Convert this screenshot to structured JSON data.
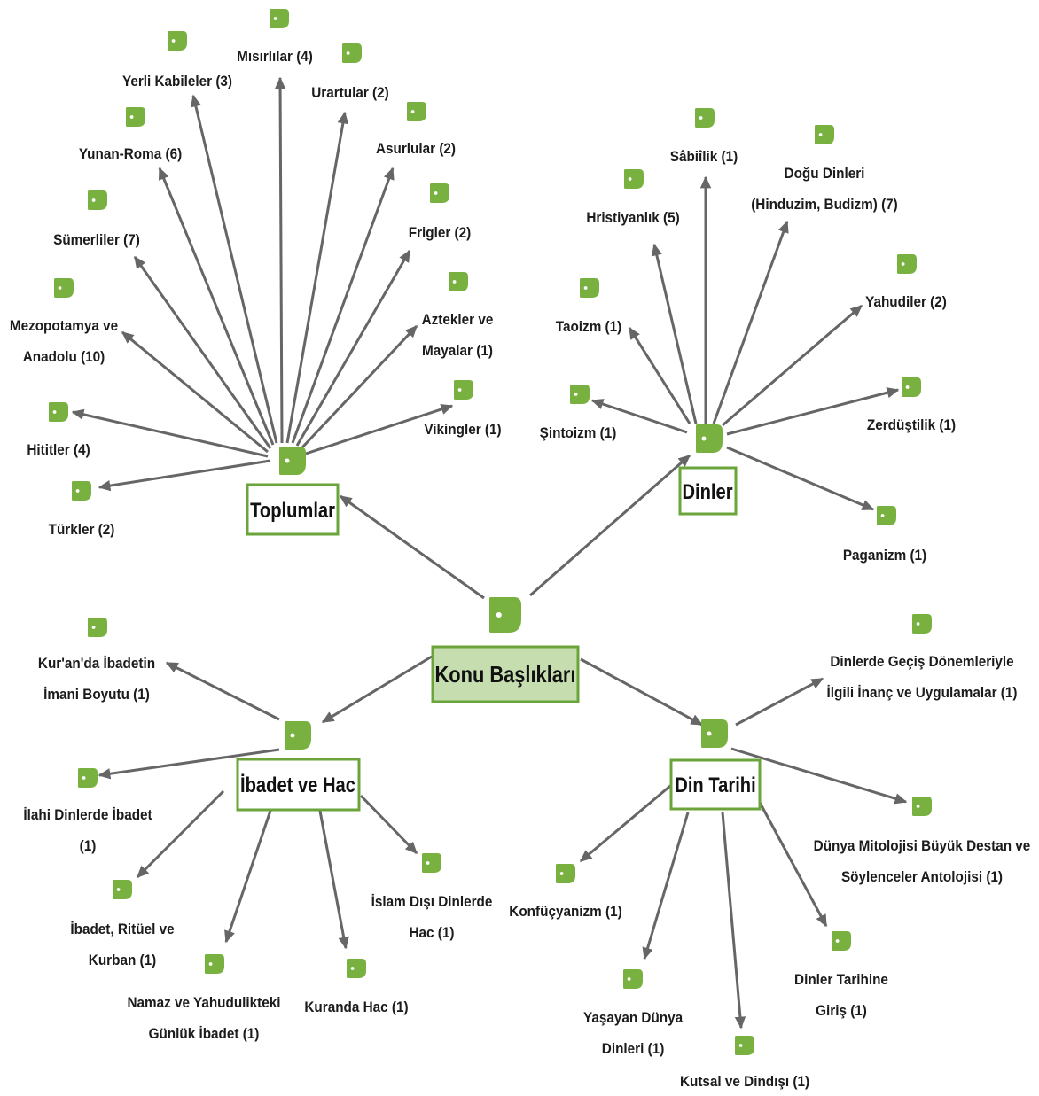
{
  "root": {
    "label": "Konu Başlıkları",
    "icon": "note-icon"
  },
  "groups": {
    "toplumlar": {
      "label": "Toplumlar",
      "icon": "note-icon",
      "items": [
        [
          "Mısırlılar (4)"
        ],
        [
          "Urartular (2)"
        ],
        [
          "Asurlular (2)"
        ],
        [
          "Frigler (2)"
        ],
        [
          "Aztekler ve",
          "Mayalar (1)"
        ],
        [
          "Vikingler (1)"
        ],
        [
          "Yerli Kabileler (3)"
        ],
        [
          "Yunan-Roma (6)"
        ],
        [
          "Sümerliler (7)"
        ],
        [
          "Mezopotamya ve",
          "Anadolu (10)"
        ],
        [
          "Hititler (4)"
        ],
        [
          "Türkler (2)"
        ]
      ]
    },
    "dinler": {
      "label": "Dinler",
      "icon": "note-icon",
      "items": [
        [
          "Hristiyanlık (5)"
        ],
        [
          "Sâbiîlik (1)"
        ],
        [
          "Doğu Dinleri",
          "(Hinduzim, Budizm) (7)"
        ],
        [
          "Taoizm (1)"
        ],
        [
          "Yahudiler (2)"
        ],
        [
          "Şintoizm (1)"
        ],
        [
          "Zerdüştilik (1)"
        ],
        [
          "Paganizm (1)"
        ]
      ]
    },
    "ibadet_ve_hac": {
      "label": "İbadet ve Hac",
      "icon": "note-icon",
      "items": [
        [
          "Kur'an'da İbadetin",
          "İmani Boyutu (1)"
        ],
        [
          "İlahi Dinlerde İbadet",
          "(1)"
        ],
        [
          "İbadet, Ritüel ve",
          "Kurban (1)"
        ],
        [
          "Namaz ve Yahudulikteki",
          "Günlük İbadet (1)"
        ],
        [
          "Kuranda Hac (1)"
        ],
        [
          "İslam Dışı Dinlerde",
          "Hac (1)"
        ]
      ]
    },
    "din_tarihi": {
      "label": "Din Tarihi",
      "icon": "note-icon",
      "items": [
        [
          "Dinlerde Geçiş Dönemleriyle",
          "İlgili İnanç ve Uygulamalar (1)"
        ],
        [
          "Dünya Mitolojisi Büyük Destan ve",
          "Söylenceler Antolojisi (1)"
        ],
        [
          "Konfüçyanizm (1)"
        ],
        [
          "Yaşayan Dünya",
          "Dinleri (1)"
        ],
        [
          "Kutsal ve Dindışı (1)"
        ],
        [
          "Dinler Tarihine",
          "Giriş (1)"
        ]
      ]
    }
  },
  "colors": {
    "accent": "#78b13f",
    "border": "#6aa43a",
    "root_fill": "#c6ddb0",
    "arrow": "#666666",
    "text": "#1b1b1b"
  }
}
